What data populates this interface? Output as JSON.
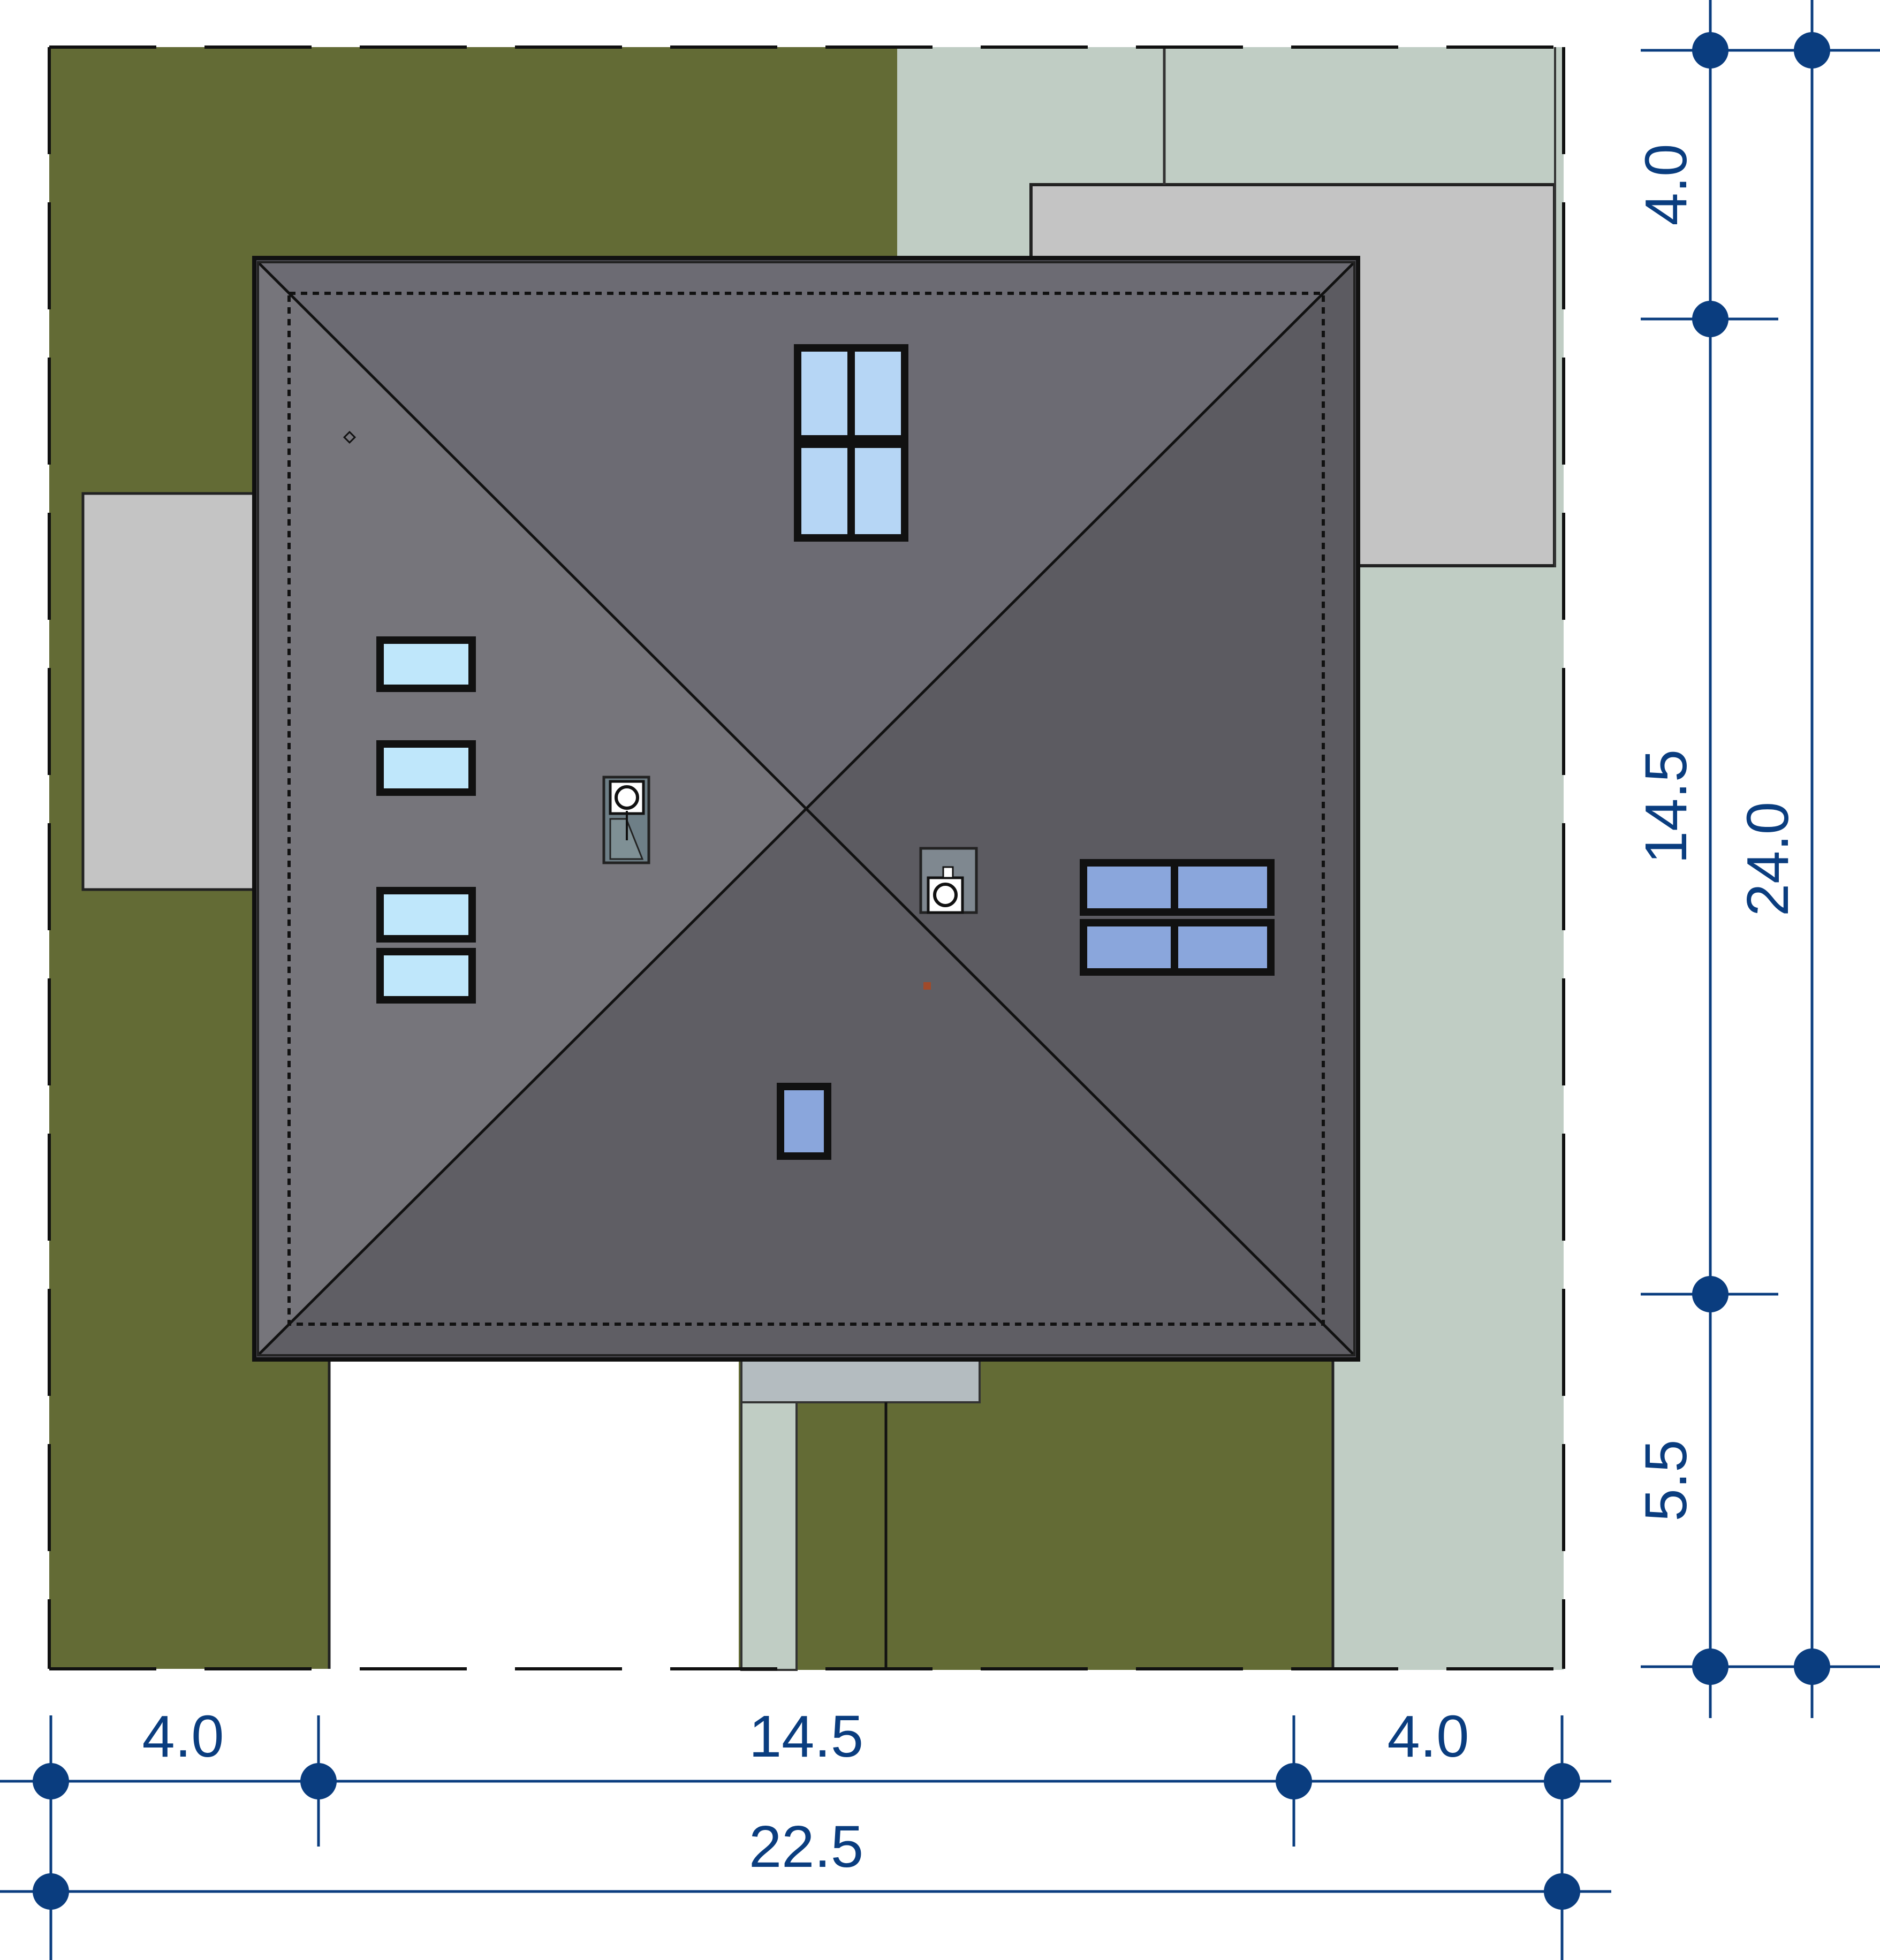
{
  "colors": {
    "lawn": "#636b35",
    "paving": "#c0cdc4",
    "gray_pad": "#c4c4c4",
    "roof_top": "#6c6b73",
    "roof_left": "#76757b",
    "roof_right": "#5c5b61",
    "roof_bottom": "#5f5e64",
    "window_light": "#b6d6f5",
    "window_blue": "#8aa6dc",
    "dimension": "#0a3d7f"
  },
  "icons": [
    "chimney-icon",
    "chimney-icon",
    "roof-window-icon"
  ],
  "dimensions": {
    "bottom": {
      "left_setback": "4.0",
      "building_width": "14.5",
      "right_setback": "4.0",
      "total_width": "22.5"
    },
    "right": {
      "top_setback": "4.0",
      "building_depth": "14.5",
      "bottom_setback": "5.5",
      "total_depth": "24.0"
    }
  }
}
